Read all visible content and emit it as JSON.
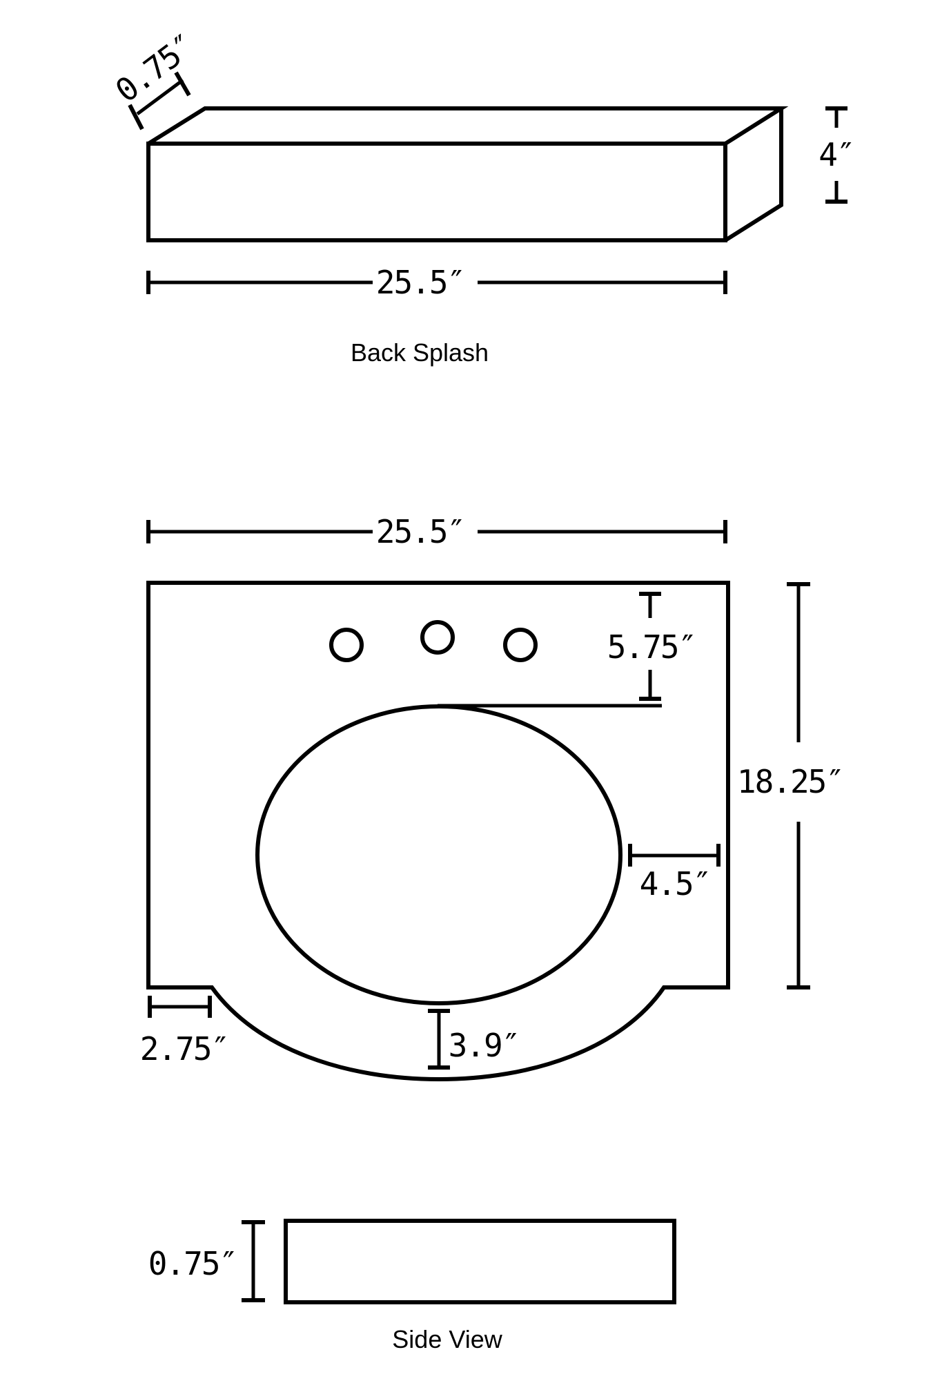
{
  "back_splash": {
    "caption": "Back Splash",
    "depth_label": "0.75″",
    "height_label": "4″",
    "width_label": "25.5″"
  },
  "top_view": {
    "width_label": "25.5″",
    "depth_label": "18.25″",
    "faucet_to_basin_label": "5.75″",
    "basin_to_side_label": "4.5″",
    "notch_width_label": "2.75″",
    "basin_to_front_label": "3.9″",
    "faucet_holes": 3
  },
  "side_view": {
    "caption": "Side View",
    "thickness_label": "0.75″"
  }
}
